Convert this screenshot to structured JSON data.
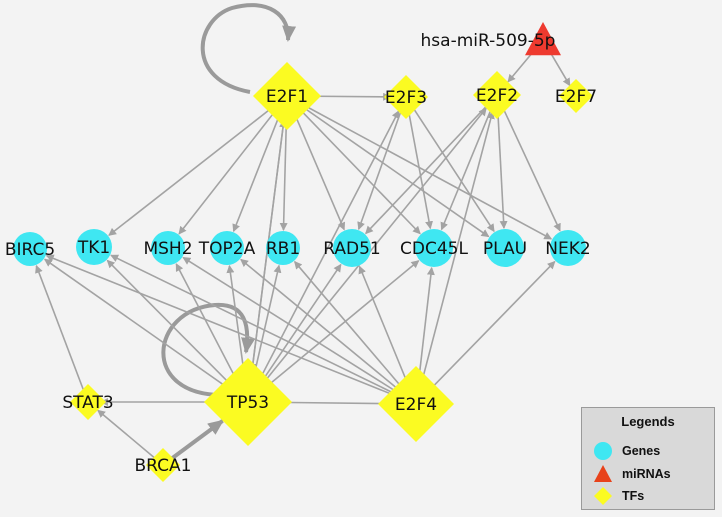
{
  "diagram": {
    "type": "regulatory-network",
    "colors": {
      "gene": "#3fe7f2",
      "mirna": "#ee3a2f",
      "tf": "#fbfb22",
      "edge": "#a3a3a3",
      "background": "#f3f3f3"
    },
    "nodes": [
      {
        "id": "E2F1",
        "label": "E2F1",
        "kind": "tf"
      },
      {
        "id": "E2F3",
        "label": "E2F3",
        "kind": "tf"
      },
      {
        "id": "E2F2",
        "label": "E2F2",
        "kind": "tf"
      },
      {
        "id": "E2F7",
        "label": "E2F7",
        "kind": "tf"
      },
      {
        "id": "MIR509",
        "label": "hsa-miR-509-5p",
        "kind": "mirna"
      },
      {
        "id": "BIRC5",
        "label": "BIRC5",
        "kind": "gene"
      },
      {
        "id": "TK1",
        "label": "TK1",
        "kind": "gene"
      },
      {
        "id": "MSH2",
        "label": "MSH2",
        "kind": "gene"
      },
      {
        "id": "TOP2A",
        "label": "TOP2A",
        "kind": "gene"
      },
      {
        "id": "RB1",
        "label": "RB1",
        "kind": "gene"
      },
      {
        "id": "RAD51",
        "label": "RAD51",
        "kind": "gene"
      },
      {
        "id": "CDC45L",
        "label": "CDC45L",
        "kind": "gene"
      },
      {
        "id": "PLAU",
        "label": "PLAU",
        "kind": "gene"
      },
      {
        "id": "NEK2",
        "label": "NEK2",
        "kind": "gene"
      },
      {
        "id": "STAT3",
        "label": "STAT3",
        "kind": "tf"
      },
      {
        "id": "TP53",
        "label": "TP53",
        "kind": "tf"
      },
      {
        "id": "E2F4",
        "label": "E2F4",
        "kind": "tf"
      },
      {
        "id": "BRCA1",
        "label": "BRCA1",
        "kind": "tf"
      }
    ],
    "edges": [
      {
        "from": "E2F1",
        "to": "E2F1",
        "self": true
      },
      {
        "from": "E2F1",
        "to": "E2F3"
      },
      {
        "from": "E2F1",
        "to": "TK1"
      },
      {
        "from": "E2F1",
        "to": "MSH2"
      },
      {
        "from": "E2F1",
        "to": "TOP2A"
      },
      {
        "from": "E2F1",
        "to": "RB1"
      },
      {
        "from": "E2F1",
        "to": "RAD51"
      },
      {
        "from": "E2F1",
        "to": "CDC45L"
      },
      {
        "from": "E2F1",
        "to": "PLAU"
      },
      {
        "from": "E2F1",
        "to": "NEK2"
      },
      {
        "from": "E2F1",
        "to": "TP53"
      },
      {
        "from": "MIR509",
        "to": "E2F2"
      },
      {
        "from": "MIR509",
        "to": "E2F7"
      },
      {
        "from": "E2F3",
        "to": "RAD51"
      },
      {
        "from": "E2F3",
        "to": "CDC45L"
      },
      {
        "from": "E2F3",
        "to": "PLAU"
      },
      {
        "from": "E2F2",
        "to": "RAD51"
      },
      {
        "from": "E2F2",
        "to": "CDC45L"
      },
      {
        "from": "E2F2",
        "to": "PLAU"
      },
      {
        "from": "E2F2",
        "to": "NEK2"
      },
      {
        "from": "TP53",
        "to": "TP53",
        "self": true
      },
      {
        "from": "TP53",
        "to": "E2F1"
      },
      {
        "from": "TP53",
        "to": "E2F3"
      },
      {
        "from": "TP53",
        "to": "E2F2"
      },
      {
        "from": "TP53",
        "to": "BIRC5"
      },
      {
        "from": "TP53",
        "to": "TK1"
      },
      {
        "from": "TP53",
        "to": "MSH2"
      },
      {
        "from": "TP53",
        "to": "TOP2A"
      },
      {
        "from": "TP53",
        "to": "RB1"
      },
      {
        "from": "TP53",
        "to": "RAD51"
      },
      {
        "from": "TP53",
        "to": "CDC45L"
      },
      {
        "from": "TP53",
        "to": "STAT3"
      },
      {
        "from": "E2F4",
        "to": "TP53"
      },
      {
        "from": "E2F4",
        "to": "BIRC5"
      },
      {
        "from": "E2F4",
        "to": "TK1"
      },
      {
        "from": "E2F4",
        "to": "MSH2"
      },
      {
        "from": "E2F4",
        "to": "TOP2A"
      },
      {
        "from": "E2F4",
        "to": "RB1"
      },
      {
        "from": "E2F4",
        "to": "RAD51"
      },
      {
        "from": "E2F4",
        "to": "CDC45L"
      },
      {
        "from": "E2F4",
        "to": "NEK2"
      },
      {
        "from": "E2F4",
        "to": "E2F2"
      },
      {
        "from": "STAT3",
        "to": "BIRC5"
      },
      {
        "from": "BRCA1",
        "to": "STAT3"
      },
      {
        "from": "BRCA1",
        "to": "TP53",
        "thick": true
      }
    ]
  },
  "legend": {
    "title": "Legends",
    "items": [
      {
        "label": "Genes",
        "kind": "gene",
        "icon": "circle-icon"
      },
      {
        "label": "miRNAs",
        "kind": "mirna",
        "icon": "triangle-icon"
      },
      {
        "label": "TFs",
        "kind": "tf",
        "icon": "diamond-icon"
      }
    ]
  }
}
